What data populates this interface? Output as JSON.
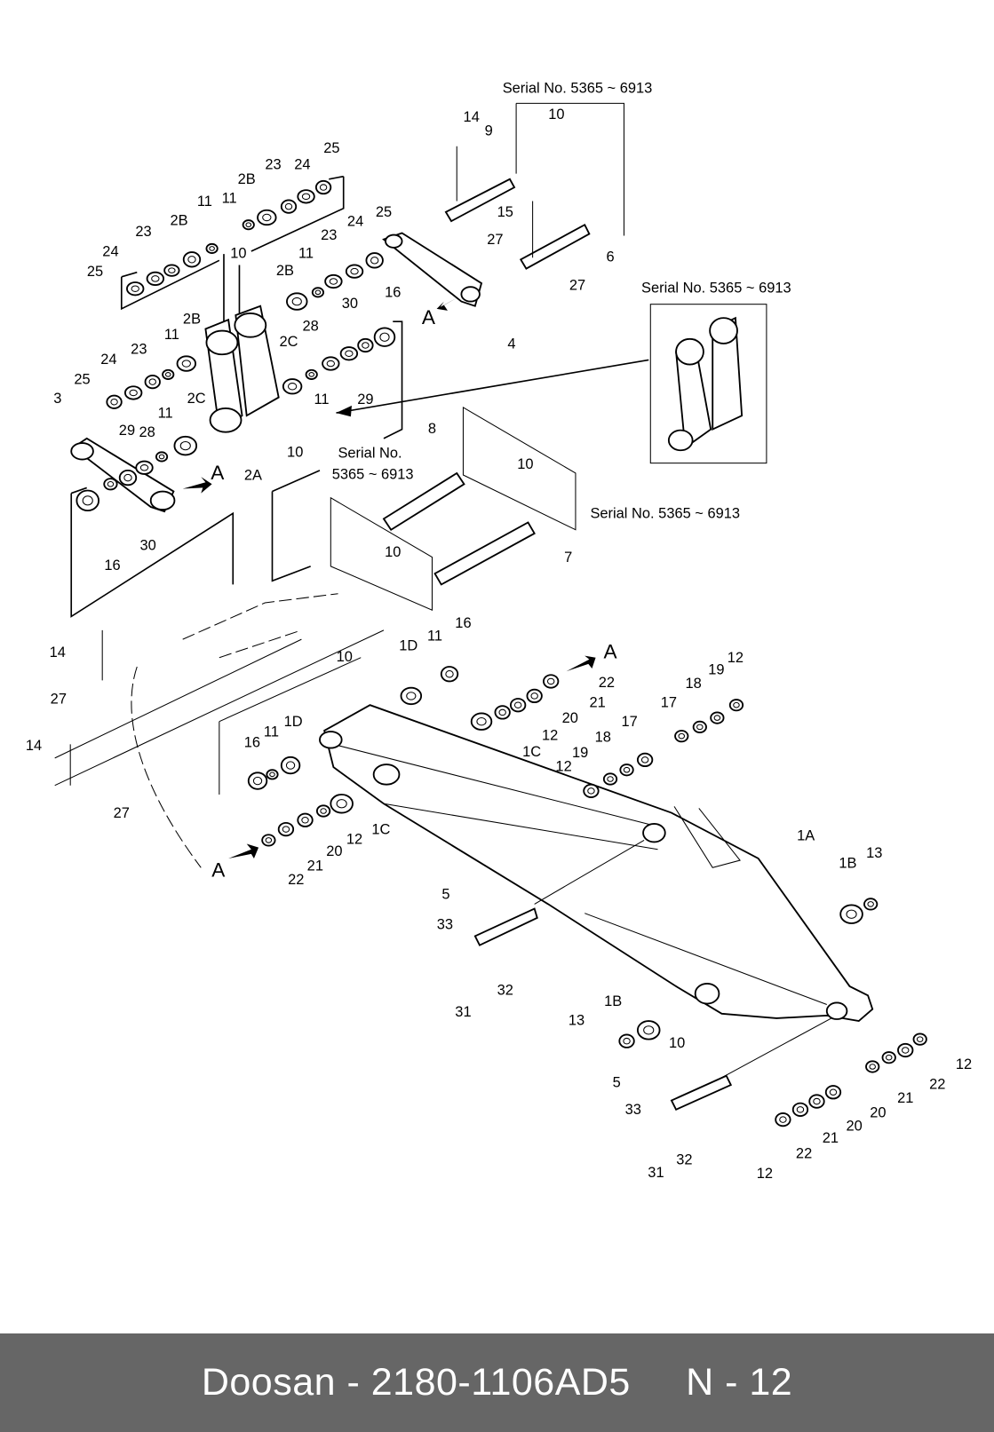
{
  "footer": {
    "brand": "Doosan",
    "separator": " - ",
    "part_number": "2180-1106AD5",
    "page": "N - 12"
  },
  "serial_notes": {
    "top": "Serial No. 5365 ~ 6913",
    "inset": "Serial No. 5365 ~ 6913",
    "middle_line1": "Serial No.",
    "middle_line2": "5365 ~ 6913",
    "right": "Serial No. 5365 ~ 6913"
  },
  "view_marker": "A",
  "callouts": [
    "14",
    "9",
    "10",
    "25",
    "23",
    "24",
    "2B",
    "11",
    "11",
    "2B",
    "23",
    "24",
    "25",
    "10",
    "11",
    "23",
    "24",
    "25",
    "15",
    "27",
    "6",
    "27",
    "4",
    "2B",
    "30",
    "16",
    "2B",
    "11",
    "23",
    "24",
    "25",
    "28",
    "2C",
    "11",
    "29",
    "3",
    "2C",
    "11",
    "29",
    "28",
    "10",
    "2A",
    "8",
    "10",
    "30",
    "16",
    "10",
    "7",
    "14",
    "16",
    "11",
    "1D",
    "10",
    "12",
    "22",
    "19",
    "18",
    "21",
    "20",
    "27",
    "17",
    "17",
    "12",
    "1C",
    "18",
    "19",
    "12",
    "11",
    "1D",
    "16",
    "14",
    "27",
    "1A",
    "12",
    "1C",
    "20",
    "1B",
    "13",
    "21",
    "22",
    "5",
    "33",
    "32",
    "31",
    "1B",
    "13",
    "10",
    "12",
    "22",
    "5",
    "21",
    "33",
    "20",
    "21",
    "20",
    "22",
    "32",
    "31",
    "12"
  ],
  "colors": {
    "line": "#000000",
    "footer_bg": "#666666",
    "footer_text": "#ffffff"
  }
}
